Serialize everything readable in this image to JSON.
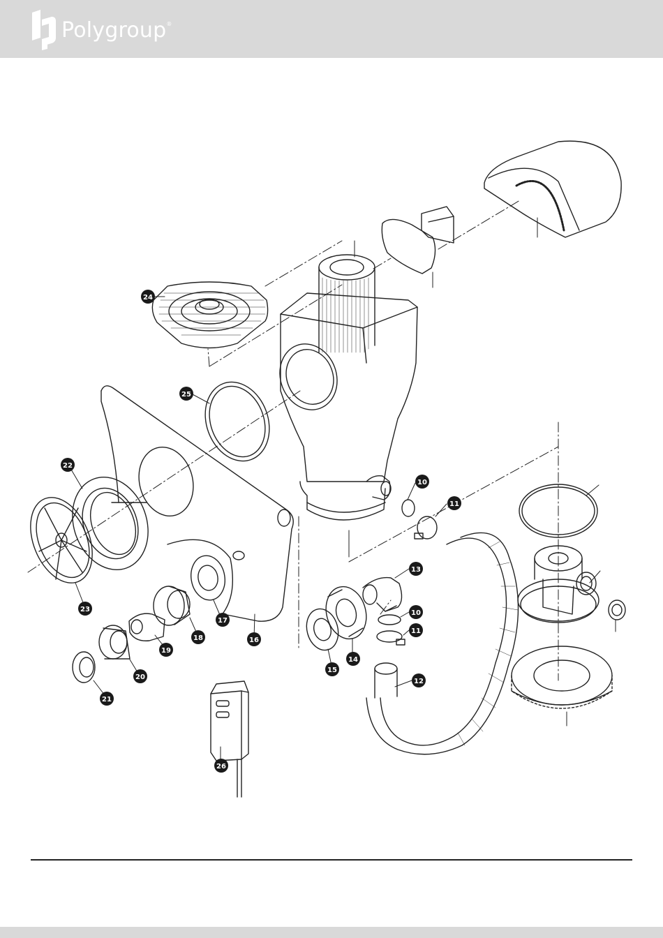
{
  "brand": {
    "name": "Polygroup",
    "reg": "®"
  },
  "callouts": [
    {
      "id": "c24",
      "label": "24"
    },
    {
      "id": "c25",
      "label": "25"
    },
    {
      "id": "c22",
      "label": "22"
    },
    {
      "id": "c23",
      "label": "23"
    },
    {
      "id": "c10a",
      "label": "10"
    },
    {
      "id": "c11a",
      "label": "11"
    },
    {
      "id": "c13",
      "label": "13"
    },
    {
      "id": "c10b",
      "label": "10"
    },
    {
      "id": "c11b",
      "label": "11"
    },
    {
      "id": "c12",
      "label": "12"
    },
    {
      "id": "c14",
      "label": "14"
    },
    {
      "id": "c15",
      "label": "15"
    },
    {
      "id": "c16",
      "label": "16"
    },
    {
      "id": "c17",
      "label": "17"
    },
    {
      "id": "c18",
      "label": "18"
    },
    {
      "id": "c19",
      "label": "19"
    },
    {
      "id": "c20",
      "label": "20"
    },
    {
      "id": "c21",
      "label": "21"
    },
    {
      "id": "c26",
      "label": "26"
    }
  ],
  "colors": {
    "header_bg": "#d9d9d9",
    "callout_bg": "#1a1a1a",
    "line": "#222222"
  }
}
